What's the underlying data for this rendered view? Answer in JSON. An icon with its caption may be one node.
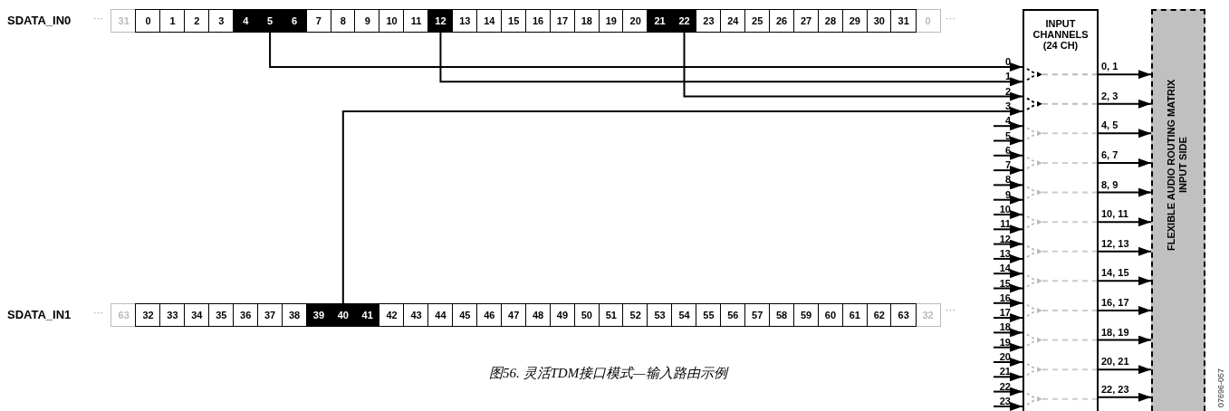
{
  "diagram": {
    "caption": "图56. 灵活TDM接口模式—输入路由示例",
    "nodes": [
      {
        "text": [
          "31"
        ]
      },
      {
        "text": [
          "0"
        ]
      },
      {
        "text": [
          "1"
        ]
      },
      {
        "text": [
          "2"
        ]
      },
      {
        "text": [
          "3"
        ]
      },
      {
        "text": [
          "4"
        ]
      },
      {
        "text": [
          "5"
        ]
      },
      {
        "text": [
          "6"
        ]
      },
      {
        "text": [
          "7"
        ]
      },
      {
        "text": [
          "8"
        ]
      },
      {
        "text": [
          "9"
        ]
      },
      {
        "text": [
          "10"
        ]
      },
      {
        "text": [
          "11"
        ]
      },
      {
        "text": [
          "12"
        ]
      },
      {
        "text": [
          "13"
        ]
      },
      {
        "text": [
          "14"
        ]
      },
      {
        "text": [
          "15"
        ]
      },
      {
        "text": [
          "16"
        ]
      },
      {
        "text": [
          "17"
        ]
      },
      {
        "text": [
          "18"
        ]
      },
      {
        "text": [
          "19"
        ]
      },
      {
        "text": [
          "20"
        ]
      },
      {
        "text": [
          "21"
        ]
      },
      {
        "text": [
          "22"
        ]
      },
      {
        "text": [
          "23"
        ]
      },
      {
        "text": [
          "24"
        ]
      },
      {
        "text": [
          "25"
        ]
      },
      {
        "text": [
          "26"
        ]
      },
      {
        "text": [
          "27"
        ]
      },
      {
        "text": [
          "28"
        ]
      },
      {
        "text": [
          "29"
        ]
      },
      {
        "text": [
          "30"
        ]
      },
      {
        "text": [
          "31"
        ]
      },
      {
        "text": [
          "0"
        ]
      },
      {
        "text": [
          "63"
        ]
      },
      {
        "text": [
          "32"
        ]
      },
      {
        "text": [
          "33"
        ]
      },
      {
        "text": [
          "34"
        ]
      },
      {
        "text": [
          "35"
        ]
      },
      {
        "text": [
          "36"
        ]
      },
      {
        "text": [
          "37"
        ]
      },
      {
        "text": [
          "38"
        ]
      },
      {
        "text": [
          "39"
        ]
      },
      {
        "text": [
          "40"
        ]
      },
      {
        "text": [
          "41"
        ]
      },
      {
        "text": [
          "42"
        ]
      },
      {
        "text": [
          "43"
        ]
      },
      {
        "text": [
          "44"
        ]
      },
      {
        "text": [
          "45"
        ]
      },
      {
        "text": [
          "46"
        ]
      },
      {
        "text": [
          "47"
        ]
      },
      {
        "text": [
          "48"
        ]
      },
      {
        "text": [
          "49"
        ]
      },
      {
        "text": [
          "50"
        ]
      },
      {
        "text": [
          "51"
        ]
      },
      {
        "text": [
          "52"
        ]
      },
      {
        "text": [
          "53"
        ]
      },
      {
        "text": [
          "54"
        ]
      },
      {
        "text": [
          "55"
        ]
      },
      {
        "text": [
          "56"
        ]
      },
      {
        "text": [
          "57"
        ]
      },
      {
        "text": [
          "58"
        ]
      },
      {
        "text": [
          "59"
        ]
      },
      {
        "text": [
          "60"
        ]
      },
      {
        "text": [
          "61"
        ]
      },
      {
        "text": [
          "62"
        ]
      },
      {
        "text": [
          "63"
        ]
      },
      {
        "text": [
          "32"
        ]
      },
      {
        "text": [
          "INPUT CHANNELS (24 CH)"
        ]
      },
      {
        "text": [
          "FLEXIBLE AUDIO ROUTING MATRIX INPUT SIDE"
        ]
      }
    ],
    "edges": [
      {
        "from": 6,
        "to": 68,
        "arrow": "to",
        "label": "0"
      },
      {
        "from": 13,
        "to": 68,
        "arrow": "to",
        "label": "1"
      },
      {
        "from": 23,
        "to": 68,
        "arrow": "to",
        "label": "2"
      },
      {
        "from": 43,
        "to": 68,
        "arrow": "to",
        "label": "3"
      },
      {
        "from": null,
        "to": 68,
        "arrow": "to",
        "label": "4"
      },
      {
        "from": null,
        "to": 68,
        "arrow": "to",
        "label": "5"
      },
      {
        "from": null,
        "to": 68,
        "arrow": "to",
        "label": "6"
      },
      {
        "from": null,
        "to": 68,
        "arrow": "to",
        "label": "7"
      },
      {
        "from": null,
        "to": 68,
        "arrow": "to",
        "label": "8"
      },
      {
        "from": null,
        "to": 68,
        "arrow": "to",
        "label": "9"
      },
      {
        "from": null,
        "to": 68,
        "arrow": "to",
        "label": "10"
      },
      {
        "from": null,
        "to": 68,
        "arrow": "to",
        "label": "11"
      },
      {
        "from": null,
        "to": 68,
        "arrow": "to",
        "label": "12"
      },
      {
        "from": null,
        "to": 68,
        "arrow": "to",
        "label": "13"
      },
      {
        "from": null,
        "to": 68,
        "arrow": "to",
        "label": "14"
      },
      {
        "from": null,
        "to": 68,
        "arrow": "to",
        "label": "15"
      },
      {
        "from": null,
        "to": 68,
        "arrow": "to",
        "label": "16"
      },
      {
        "from": null,
        "to": 68,
        "arrow": "to",
        "label": "17"
      },
      {
        "from": null,
        "to": 68,
        "arrow": "to",
        "label": "18"
      },
      {
        "from": null,
        "to": 68,
        "arrow": "to",
        "label": "19"
      },
      {
        "from": null,
        "to": 68,
        "arrow": "to",
        "label": "20"
      },
      {
        "from": null,
        "to": 68,
        "arrow": "to",
        "label": "21"
      },
      {
        "from": null,
        "to": 68,
        "arrow": "to",
        "label": "22"
      },
      {
        "from": null,
        "to": 68,
        "arrow": "to",
        "label": "23"
      },
      {
        "from": 68,
        "to": 69,
        "arrow": "to",
        "label": "0, 1"
      },
      {
        "from": 68,
        "to": 69,
        "arrow": "to",
        "label": "2, 3"
      },
      {
        "from": 68,
        "to": 69,
        "arrow": "to",
        "label": "4, 5"
      },
      {
        "from": 68,
        "to": 69,
        "arrow": "to",
        "label": "6, 7"
      },
      {
        "from": 68,
        "to": 69,
        "arrow": "to",
        "label": "8, 9"
      },
      {
        "from": 68,
        "to": 69,
        "arrow": "to",
        "label": "10, 11"
      },
      {
        "from": 68,
        "to": 69,
        "arrow": "to",
        "label": "12, 13"
      },
      {
        "from": 68,
        "to": 69,
        "arrow": "to",
        "label": "14, 15"
      },
      {
        "from": 68,
        "to": 69,
        "arrow": "to",
        "label": "16, 17"
      },
      {
        "from": 68,
        "to": 69,
        "arrow": "to",
        "label": "18, 19"
      },
      {
        "from": 68,
        "to": 69,
        "arrow": "to",
        "label": "20, 21"
      },
      {
        "from": 68,
        "to": 69,
        "arrow": "to",
        "label": "22, 23"
      }
    ],
    "labels": [
      "SDATA_IN0",
      "···",
      "···",
      "SDATA_IN1",
      "···",
      "···",
      "07696-057"
    ]
  }
}
